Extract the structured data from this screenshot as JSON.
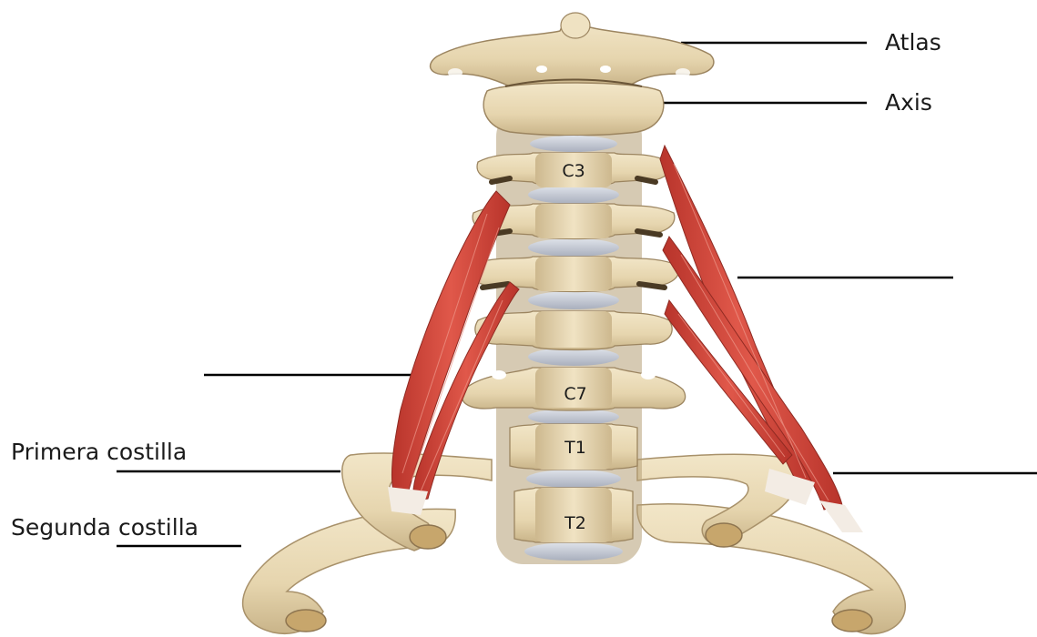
{
  "labels": {
    "atlas": "Atlas",
    "axis": "Axis",
    "first_rib": "Primera costilla",
    "second_rib": "Segunda costilla"
  },
  "vertebrae": {
    "c3": "C3",
    "c7": "C7",
    "t1": "T1",
    "t2": "T2"
  },
  "colors": {
    "bone": "#e8d9b5",
    "bone_shadow": "#b9a57c",
    "bone_dark": "#5c4a30",
    "disc": "#c3c8d3",
    "muscle": "#d2463a",
    "muscle_light": "#e98a7c",
    "tendon": "#f3ece4",
    "leader_line": "#000000"
  }
}
